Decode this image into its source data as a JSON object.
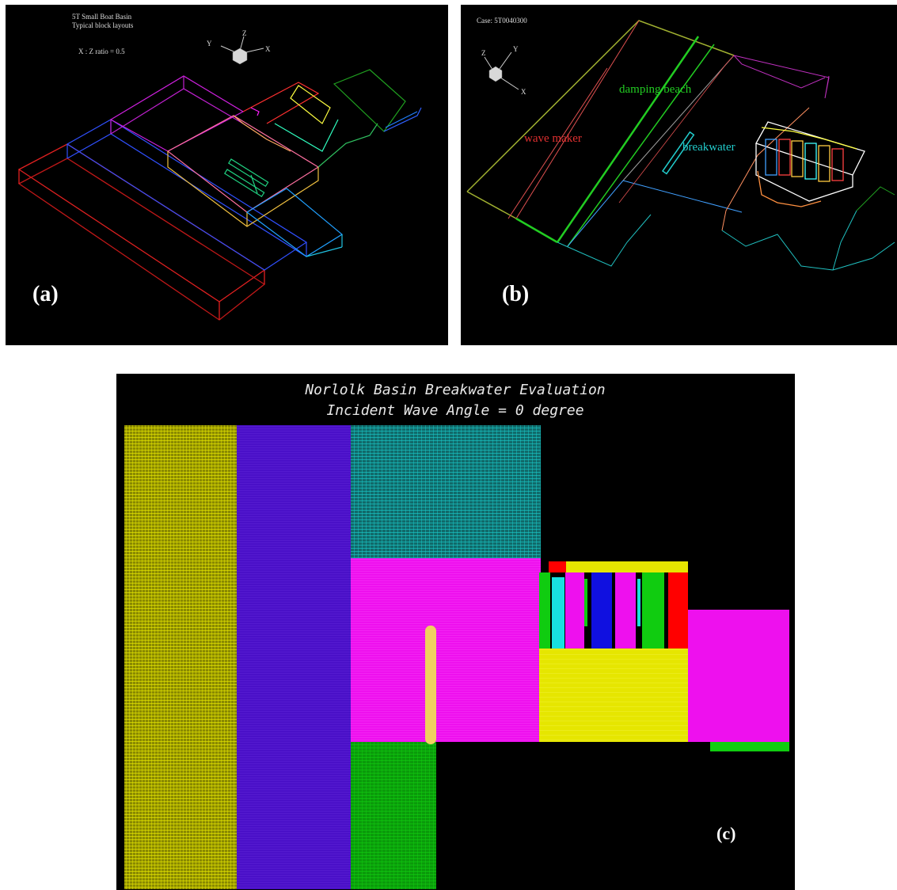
{
  "panel_a": {
    "title_line1": "5T Small Boat Basin",
    "title_line2": "Typical block layouts",
    "ratio_text": "X : Z ratio = 0.5",
    "axis_x": "X",
    "axis_y": "Y",
    "axis_z": "Z",
    "label": "(a)"
  },
  "panel_b": {
    "case_text": "Case: 5T0040300",
    "axis_x": "X",
    "axis_y": "Y",
    "axis_z": "Z",
    "label_wave_maker": "wave maker",
    "label_damping_beach": "damping beach",
    "label_breakwater": "breakwater",
    "label": "(b)"
  },
  "panel_c": {
    "title_line1": "Norlolk Basin Breakwater Evaluation",
    "title_line2": "Incident Wave Angle = 0 degree",
    "label": "(c)"
  },
  "colors": {
    "background": "#000000",
    "wave_maker": "#e03030",
    "damping_beach": "#22cc22",
    "breakwater": "#22cccc",
    "yellow_block": "#e6e600",
    "purple_block": "#4a10c8",
    "cyan_block": "#18c8c8",
    "magenta_block": "#ee10ee",
    "green_block": "#10cc10"
  }
}
